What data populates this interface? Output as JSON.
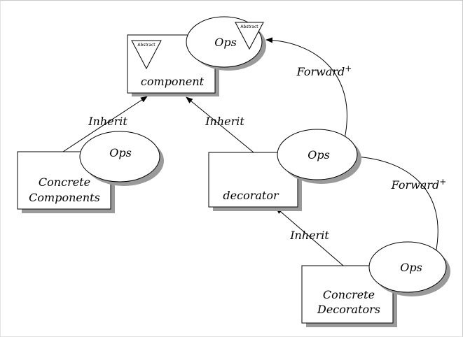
{
  "nodes": {
    "component": {
      "label": "component",
      "ops_label": "Ops",
      "abstract_label": "Abstract"
    },
    "concrete_components": {
      "line1": "Concrete",
      "line2": "Components",
      "ops_label": "Ops"
    },
    "decorator": {
      "label": "decorator",
      "ops_label": "Ops"
    },
    "concrete_decorators": {
      "line1": "Concrete",
      "line2": "Decorators",
      "ops_label": "Ops"
    }
  },
  "edges": {
    "inherit_components": "Inherit",
    "inherit_decorator": "Inherit",
    "inherit_decorators": "Inherit",
    "forward_decorator": "Forward",
    "forward_decorators": "Forward",
    "forward_superscript": "+"
  },
  "colors": {
    "shadow": "#9a9a9a",
    "stroke": "#000000",
    "fill": "#ffffff"
  }
}
